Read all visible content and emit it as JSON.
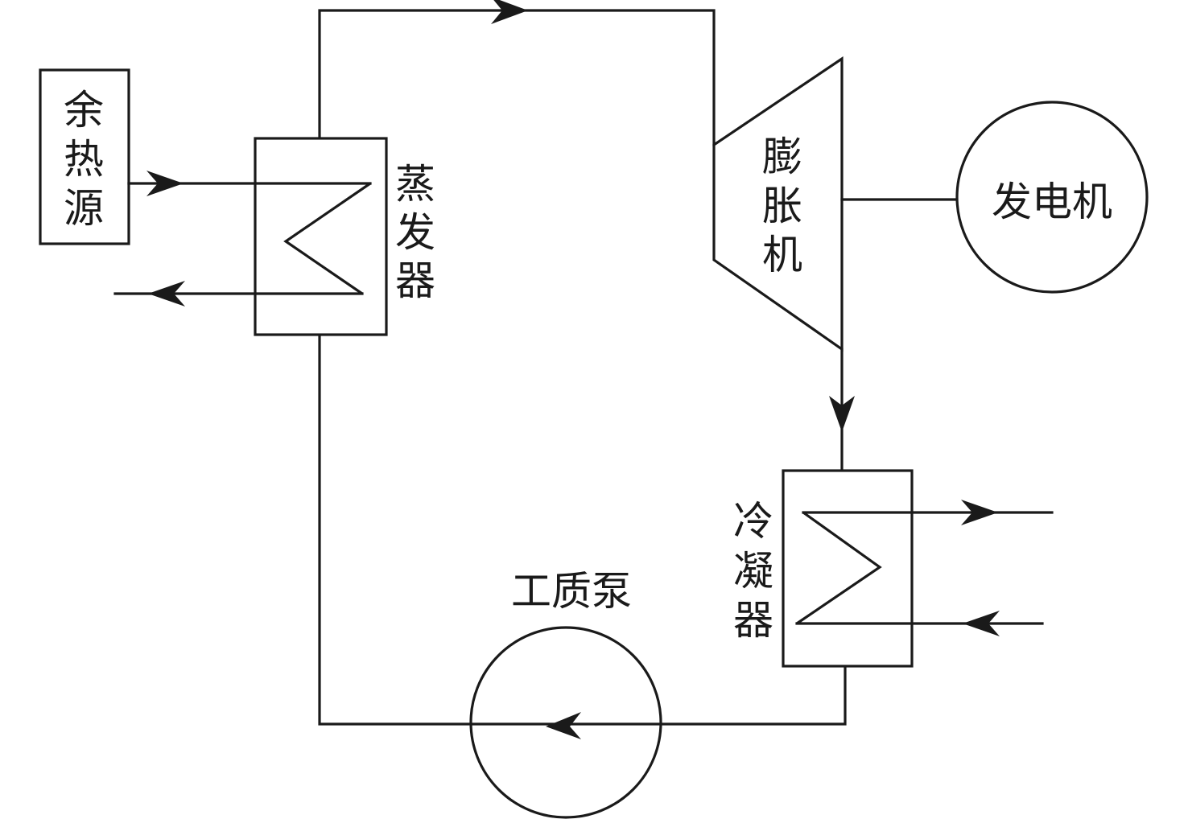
{
  "diagram": {
    "heat_source_label": [
      "余",
      "热",
      "源"
    ],
    "evaporator_label": [
      "蒸",
      "发",
      "器"
    ],
    "expander_label": [
      "膨",
      "胀",
      "机"
    ],
    "generator_label": "发电机",
    "condenser_label": [
      "冷",
      "凝",
      "器"
    ],
    "pump_label": "工质泵"
  },
  "colors": {
    "line": "#1a1a1a",
    "background": "#ffffff"
  }
}
